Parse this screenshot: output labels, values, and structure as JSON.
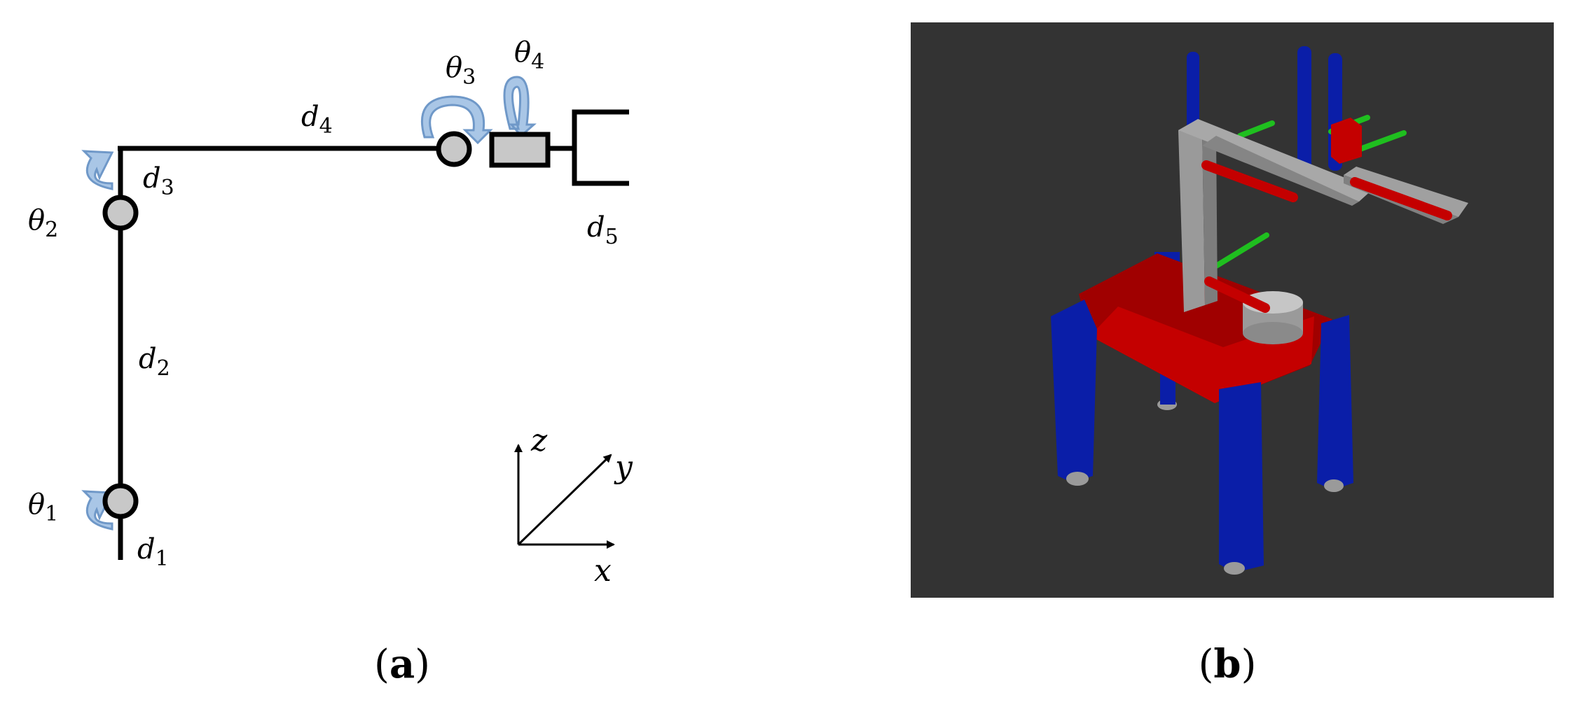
{
  "panel_a": {
    "labels": {
      "theta1": {
        "base": "θ",
        "sub": "1"
      },
      "theta2": {
        "base": "θ",
        "sub": "2"
      },
      "theta3": {
        "base": "θ",
        "sub": "3"
      },
      "theta4": {
        "base": "θ",
        "sub": "4"
      },
      "d1": {
        "base": "d",
        "sub": "1"
      },
      "d2": {
        "base": "d",
        "sub": "2"
      },
      "d3": {
        "base": "d",
        "sub": "3"
      },
      "d4": {
        "base": "d",
        "sub": "4"
      },
      "d5": {
        "base": "d",
        "sub": "5"
      }
    },
    "axes": {
      "x": "x",
      "y": "y",
      "z": "z"
    },
    "caption": {
      "open": "(",
      "letter": "a",
      "close": ")"
    }
  },
  "panel_b": {
    "caption": {
      "open": "(",
      "letter": "b",
      "close": ")"
    }
  },
  "colors": {
    "line": "#000000",
    "joint_fill": "#c8c8c8",
    "arrow_fill": "#a9c6e6",
    "arrow_stroke": "#6f98c8",
    "render_bg": "#333333",
    "blue": "#0a1ea8",
    "red": "#c40000",
    "green": "#1fbf1f",
    "gray": "#9a9a9a"
  }
}
